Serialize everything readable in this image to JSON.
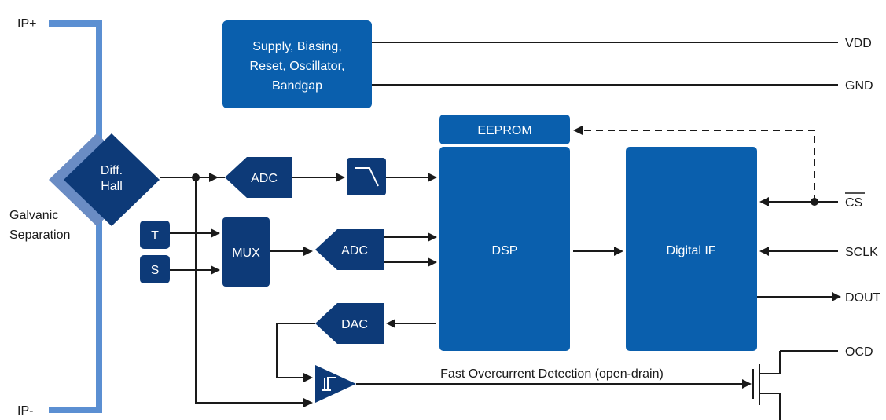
{
  "pins": {
    "ip_plus": "IP+",
    "ip_minus": "IP-",
    "vdd": "VDD",
    "gnd": "GND",
    "cs": "CS",
    "sclk": "SCLK",
    "dout": "DOUT",
    "ocd": "OCD"
  },
  "labels": {
    "galvanic_line1": "Galvanic",
    "galvanic_line2": "Separation",
    "fast_ocd": "Fast Overcurrent Detection (open-drain)"
  },
  "blocks": {
    "supply_line1": "Supply, Biasing,",
    "supply_line2": "Reset, Oscillator,",
    "supply_line3": "Bandgap",
    "hall_line1": "Diff.",
    "hall_line2": "Hall",
    "adc_top": "ADC",
    "adc_mid": "ADC",
    "dac": "DAC",
    "mux": "MUX",
    "t": "T",
    "s": "S",
    "eeprom": "EEPROM",
    "dsp": "DSP",
    "digital_if": "Digital IF"
  },
  "colors": {
    "block_blue": "#0a5fad",
    "dark_blue": "#0d3a78",
    "conductor_blue": "#5b8fd2",
    "hall_shadow": "#6a8cc4"
  }
}
